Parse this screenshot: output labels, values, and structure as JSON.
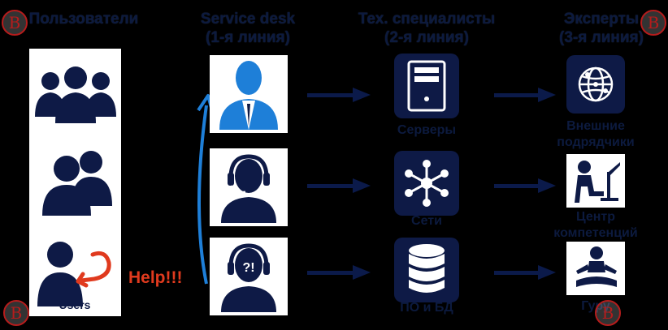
{
  "columns": {
    "users": {
      "title": "Пользователи"
    },
    "service_desk": {
      "title_line1": "Service desk",
      "title_line2": "(1-я линия)"
    },
    "tech": {
      "title_line1": "Тех. специалисты",
      "title_line2": "(2-я линия)"
    },
    "experts": {
      "title_line1": "Эксперты",
      "title_line2": "(3-я линия)"
    }
  },
  "help_label": "Help!!!",
  "user_caption": "Users",
  "tech_items": [
    {
      "label": "Серверы",
      "icon": "server-icon"
    },
    {
      "label": "Сети",
      "icon": "network-icon"
    },
    {
      "label": "ПО и БД",
      "icon": "database-icon"
    }
  ],
  "expert_items": [
    {
      "label_line1": "Внешние",
      "label_line2": "подрядчики",
      "icon": "globe-icon"
    },
    {
      "label_line1": "Центр",
      "label_line2": "компетенций",
      "icon": "worker-icon"
    },
    {
      "label_line1": "Гуру",
      "label_line2": "",
      "icon": "guru-icon"
    }
  ],
  "watermark_letter": "B",
  "colors": {
    "background": "#000000",
    "navy": "#0e1a46",
    "accent_blue": "#1e7fd8",
    "help_red": "#e03a1e",
    "arrow": "#0b1a4a",
    "watermark": "#b51c1c"
  }
}
